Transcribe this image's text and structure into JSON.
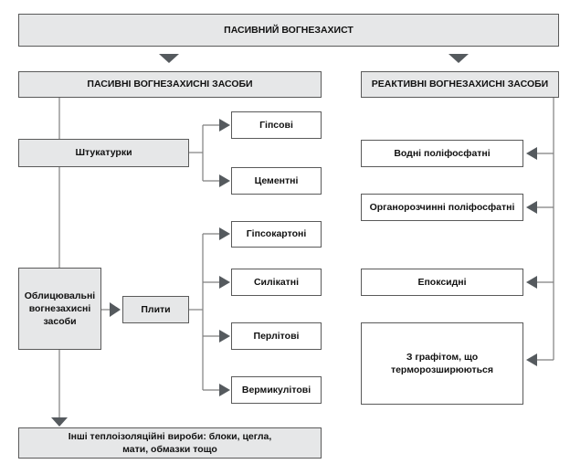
{
  "diagram": {
    "top_title": "ПАСИВНИЙ ВОГНЕЗАХИСТ",
    "passive_header": "ПАСИВНІ ВОГНЕЗАХИСНІ ЗАСОБИ",
    "reactive_header": "РЕАКТИВНІ ВОГНЕЗАХИСНІ ЗАСОБИ",
    "plasters": "Штукатурки",
    "gypsum": "Гіпсові",
    "cement": "Цементні",
    "facing": "Облицювальні вогнезахисні засоби",
    "plates": "Плити",
    "plasterboard": "Гіпсокартоні",
    "silicate": "Силікатні",
    "perlite": "Перлітові",
    "vermiculite": "Вермикулітові",
    "other": "Інші теплоізоляційні вироби: блоки, цегла, мати, обмазки тощо",
    "water_polyphosphate": "Водні поліфосфатні",
    "organic_polyphosphate": "Органорозчинні поліфосфатні",
    "epoxy": "Епоксидні",
    "graphite": "З графітом, що терморозширюються"
  },
  "colors": {
    "box_fill": "#e6e7e8",
    "line": "#7f7f7f",
    "arrow": "#555a5e"
  }
}
